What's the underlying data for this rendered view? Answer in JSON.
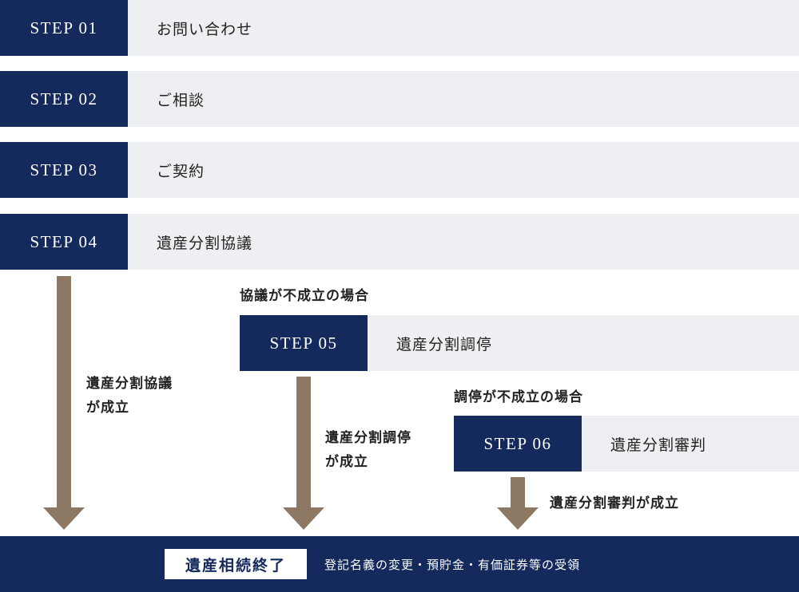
{
  "steps": [
    {
      "tag": "STEP 01",
      "label": "お問い合わせ"
    },
    {
      "tag": "STEP 02",
      "label": "ご相談"
    },
    {
      "tag": "STEP 03",
      "label": "ご契約"
    },
    {
      "tag": "STEP 04",
      "label": "遺産分割協議"
    },
    {
      "tag": "STEP 05",
      "label": "遺産分割調停"
    },
    {
      "tag": "STEP 06",
      "label": "遺産分割審判"
    }
  ],
  "notes": {
    "kyogi_fuseiritsu": "協議が不成立の場合",
    "chotei_fuseiritsu": "調停が不成立の場合",
    "kyogi_seiritsu_line1": "遺産分割協議",
    "kyogi_seiritsu_line2": "が成立",
    "chotei_seiritsu_line1": "遺産分割調停",
    "chotei_seiritsu_line2": "が成立",
    "shinpan_seiritsu": "遺産分割審判が成立"
  },
  "final": {
    "box_label": "遺産相続終了",
    "description": "登記名義の変更・預貯金・有価証券等の受領"
  },
  "colors": {
    "navy": "#14295c",
    "gray_bg": "#eeeff2",
    "arrow": "#8c7863"
  }
}
